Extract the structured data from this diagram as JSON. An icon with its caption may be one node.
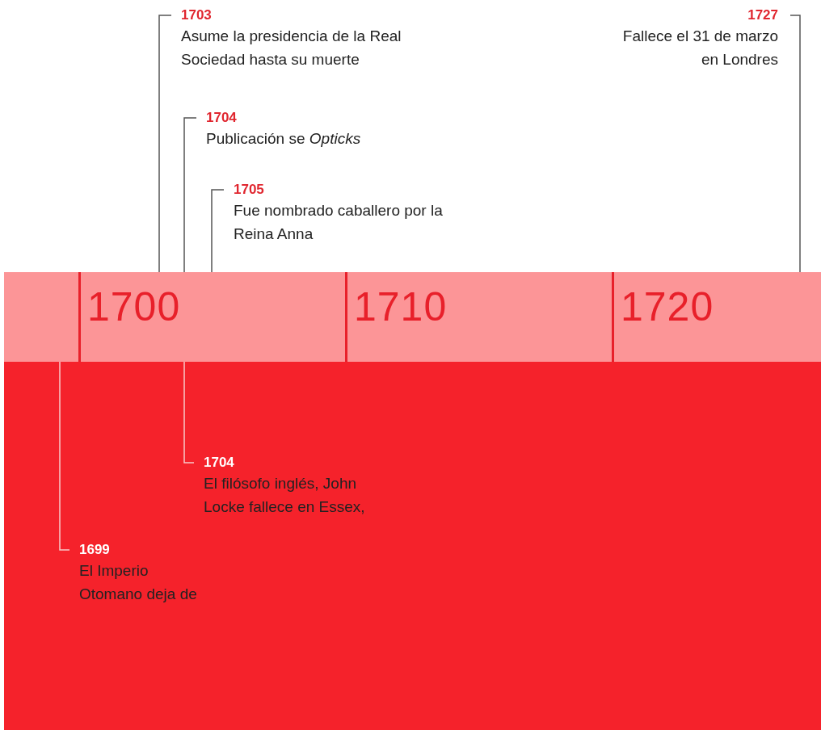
{
  "diagram": {
    "nodes": [
      {
        "text": [
          "1703",
          "Asume la presidencia de la Real Sociedad hasta su muerte"
        ]
      },
      {
        "text": [
          "1704",
          "Publicación se *Opticks*"
        ]
      },
      {
        "text": [
          "1705",
          "Fue nombrado caballero por la Reina Anna"
        ]
      },
      {
        "text": [
          "1727",
          "Fallece el 31 de marzo en Londres"
        ]
      },
      {
        "text": [],
        "shape": "bar"
      },
      {
        "text": [
          "1700"
        ]
      },
      {
        "text": [
          "1710"
        ]
      },
      {
        "text": [
          "1720"
        ]
      },
      {
        "text": [
          "1704",
          "El filósofo inglés, John Locke fallece en Essex,"
        ]
      },
      {
        "text": [
          "1699",
          "El Imperio Otomano deja de"
        ]
      }
    ],
    "edges": [
      {
        "from": 0,
        "to": 5,
        "arrow": "none"
      },
      {
        "from": 1,
        "to": 5,
        "arrow": "none"
      },
      {
        "from": 2,
        "to": 5,
        "arrow": "none"
      },
      {
        "from": 3,
        "to": 7,
        "arrow": "none"
      },
      {
        "from": 8,
        "to": 5,
        "arrow": "none",
        "color": "#f7c9c9"
      },
      {
        "from": 9,
        "to": 4,
        "arrow": "none",
        "color": "#f7c9c9"
      }
    ]
  }
}
